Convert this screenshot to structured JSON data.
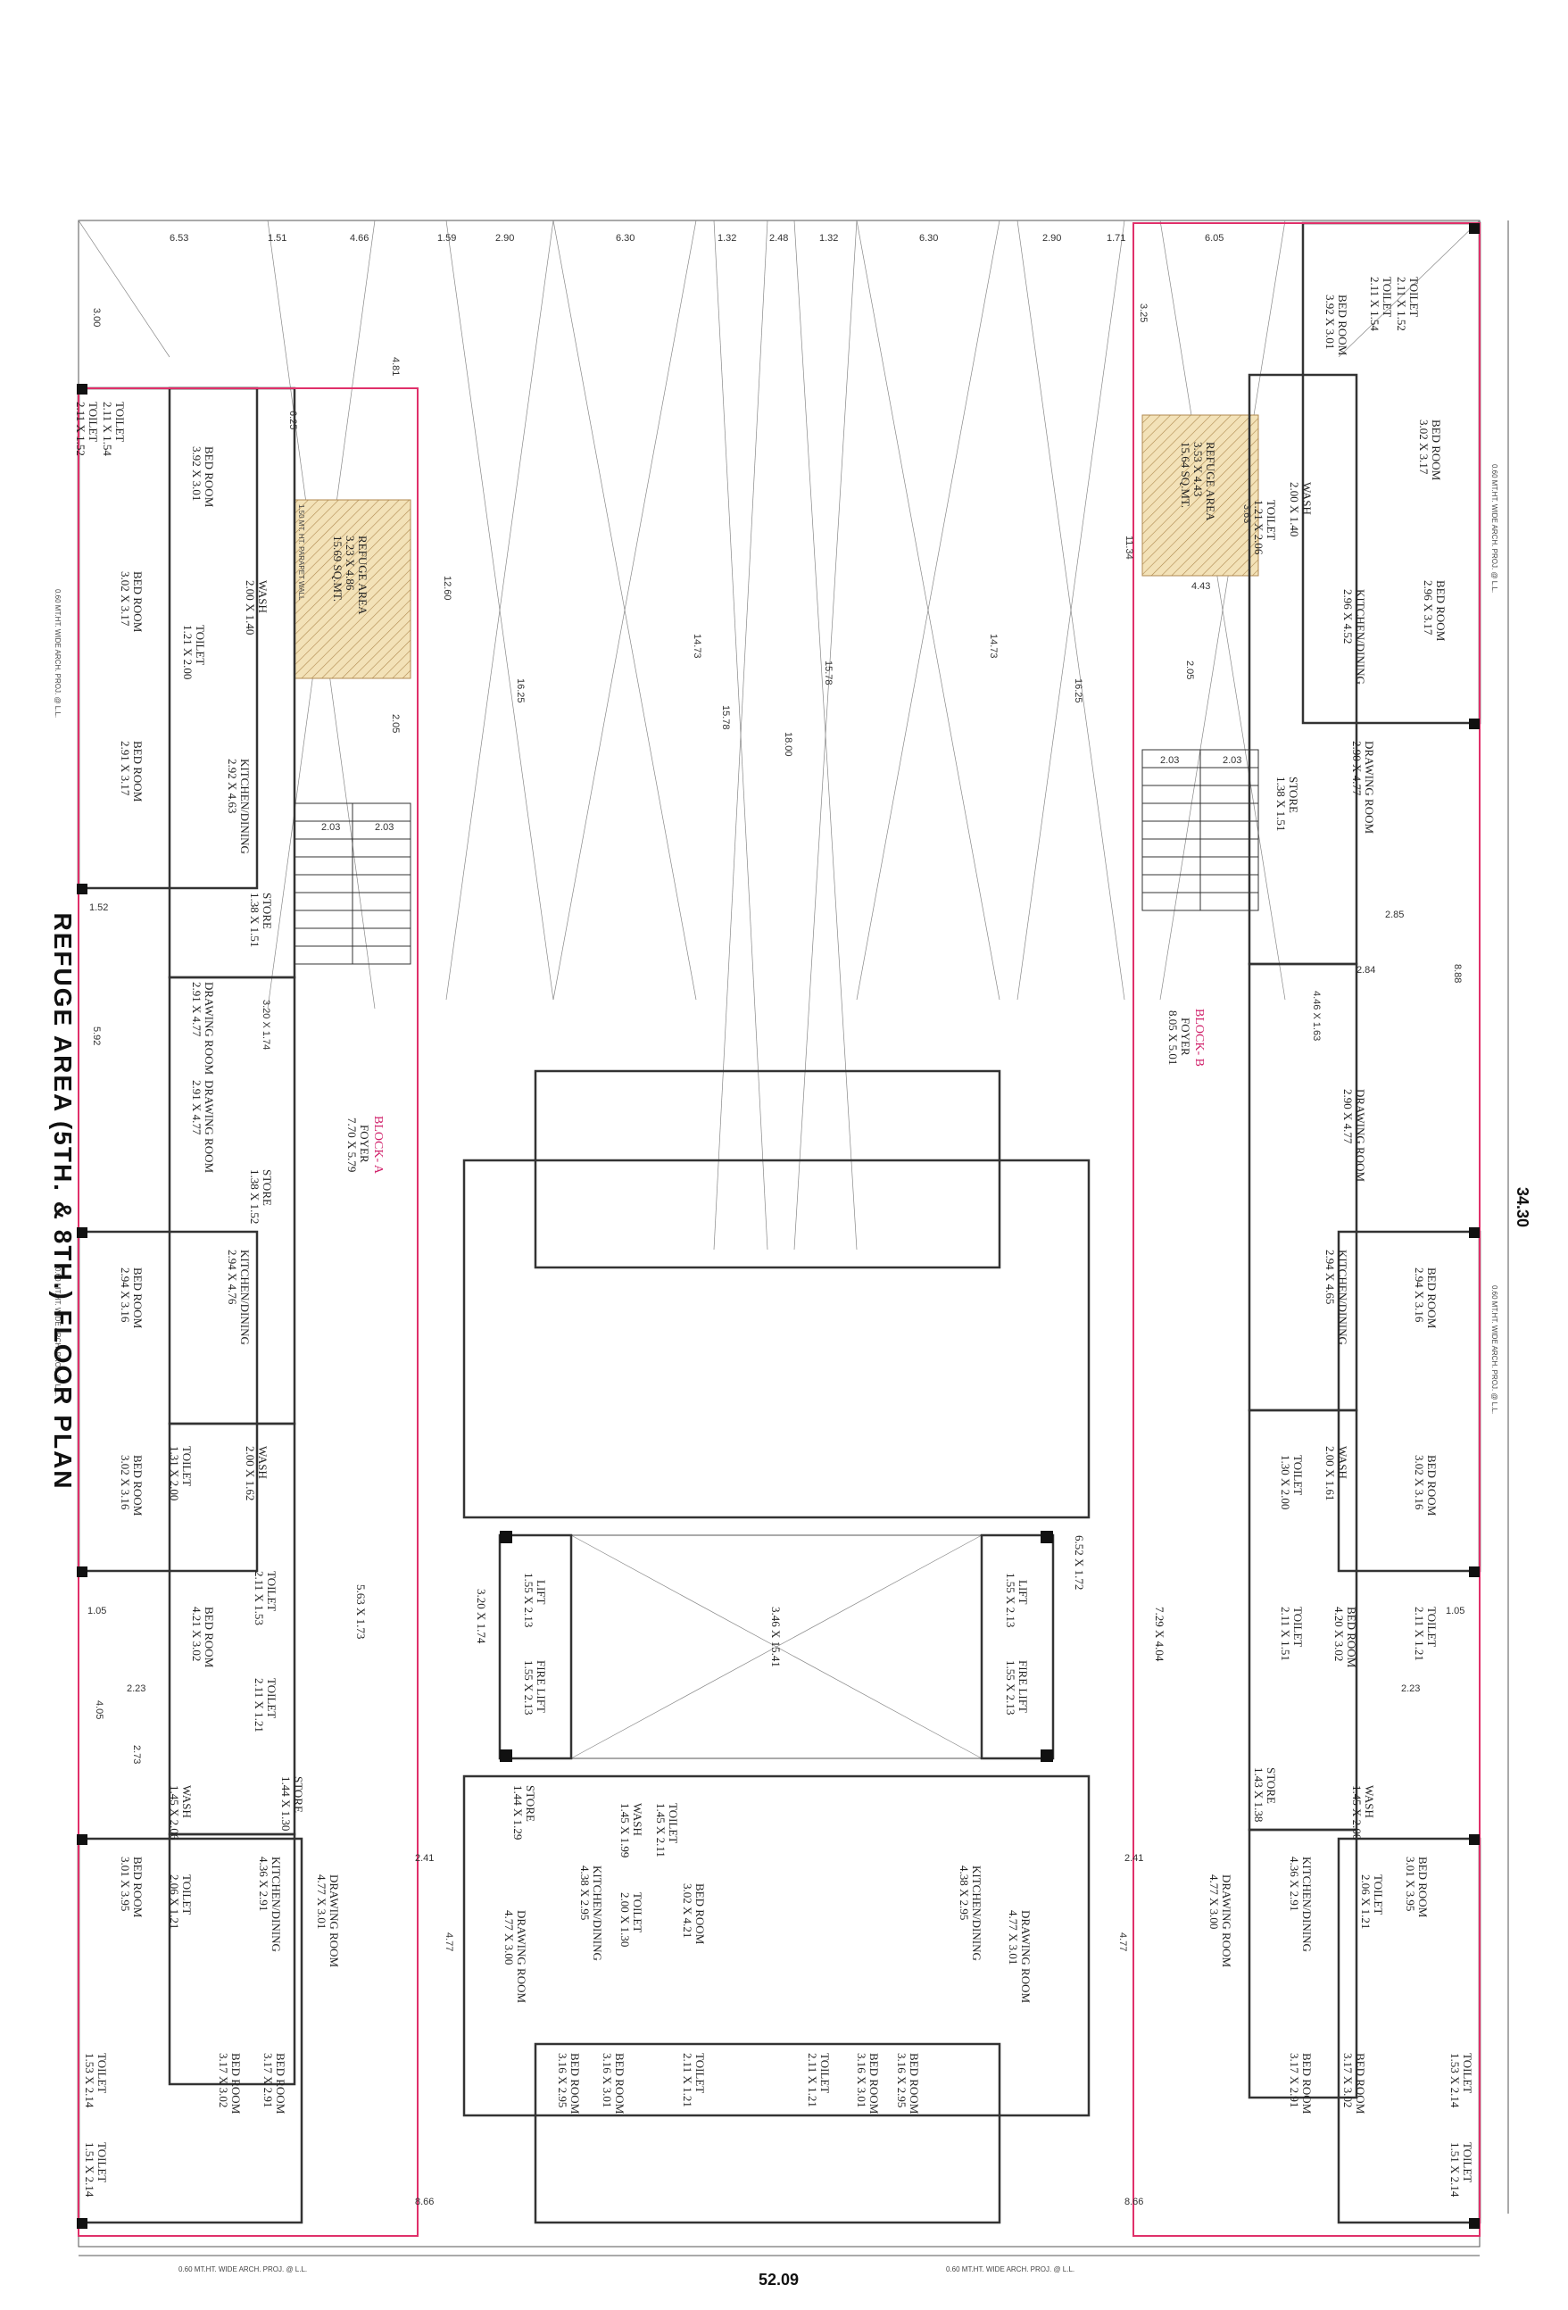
{
  "title": "REFUGE AREA (5TH. & 8TH.) FLOOR PLAN",
  "overall": {
    "width": "34.30",
    "length": "52.09"
  },
  "blocks": [
    {
      "name": "BLOCK- A",
      "foyer": "FOYER",
      "foyer_dim": "7.70 X 5.79"
    },
    {
      "name": "BLOCK- B",
      "foyer": "FOYER",
      "foyer_dim": "8.05 X 5.01"
    }
  ],
  "refuge": [
    {
      "label": "REFUGE AREA",
      "dim": "3.23 X 4.86",
      "area": "15.69 SQ.MT."
    },
    {
      "label": "REFUGE AREA",
      "dim": "3.53 X 4.43",
      "area": "15.64 SQ.MT."
    }
  ],
  "core": {
    "lift1": "LIFT",
    "lift1_dim": "1.55 X 2.13",
    "fire_lift": "FIRE LIFT",
    "fire_lift_dim": "1.55 X 2.13",
    "lift2": "LIFT",
    "lift2_dim": "1.55 X 2.13",
    "fire_lift2": "FIRE LIFT",
    "fire_lift2_dim": "1.55 X 2.13",
    "void": "3.46 X 15.41",
    "lobby_a": "5.63 X 1.73",
    "lobby_b": "7.29 X 4.04",
    "passage_a": "3.20 X 1.74",
    "passage_b": "6.52 X 1.72"
  },
  "top_dims": [
    "6.53",
    "1.51",
    "4.66",
    "1.59",
    "2.90",
    "6.30",
    "1.32",
    "2.48",
    "1.32",
    "6.30",
    "2.90",
    "1.71",
    "6.05"
  ],
  "side_dims": [
    "3.00",
    "6.25",
    "4.81",
    "12.60",
    "16.25",
    "14.73",
    "15.78",
    "18.00",
    "15.78",
    "14.73",
    "16.25",
    "11.34",
    "3.25",
    "8.88",
    "5.92",
    "1.52",
    "4.05",
    "2.73",
    "2.05",
    "2.03",
    "2.03",
    "2.03",
    "2.03",
    "2.05",
    "3.63",
    "4.43",
    "2.41",
    "2.41",
    "4.77",
    "4.77",
    "8.66",
    "8.66",
    "1.05",
    "1.05",
    "2.23",
    "2.23",
    "2.85",
    "2.84",
    "4.46 X 1.63",
    "3.20 X 1.74"
  ],
  "rooms": [
    {
      "name": "BED ROOM",
      "dim": "3.92 X 3.01"
    },
    {
      "name": "BED ROOM",
      "dim": "3.02 X 3.17"
    },
    {
      "name": "BED ROOM",
      "dim": "2.91 X 3.17"
    },
    {
      "name": "TOILET",
      "dim": "2.11 X 1.52"
    },
    {
      "name": "TOILET",
      "dim": "2.11 X 1.54"
    },
    {
      "name": "TOILET",
      "dim": "1.21 X 2.00"
    },
    {
      "name": "WASH",
      "dim": "2.00 X 1.40"
    },
    {
      "name": "KITCHEN/DINING",
      "dim": "2.92 X 4.63"
    },
    {
      "name": "STORE",
      "dim": "1.38 X 1.51"
    },
    {
      "name": "DRAWING ROOM",
      "dim": "2.91 X 4.77"
    },
    {
      "name": "DRAWING ROOM",
      "dim": "2.91 X 4.77"
    },
    {
      "name": "STORE",
      "dim": "1.38 X 1.52"
    },
    {
      "name": "KITCHEN/DINING",
      "dim": "2.94 X 4.76"
    },
    {
      "name": "BED ROOM",
      "dim": "2.94 X 3.16"
    },
    {
      "name": "BED ROOM",
      "dim": "3.02 X 3.16"
    },
    {
      "name": "WASH",
      "dim": "2.00 X 1.62"
    },
    {
      "name": "TOILET",
      "dim": "1.31 X 2.00"
    },
    {
      "name": "BED ROOM",
      "dim": "4.21 X 3.02"
    },
    {
      "name": "TOILET",
      "dim": "2.11 X 1.53"
    },
    {
      "name": "TOILET",
      "dim": "2.11 X 1.21"
    },
    {
      "name": "STORE",
      "dim": "1.44 X 1.30"
    },
    {
      "name": "KITCHEN/DINING",
      "dim": "4.36 X 2.91"
    },
    {
      "name": "WASH",
      "dim": "1.45 X 2.06"
    },
    {
      "name": "TOILET",
      "dim": "2.06 X 1.21"
    },
    {
      "name": "DRAWING ROOM",
      "dim": "4.77 X 3.01"
    },
    {
      "name": "BED ROOM",
      "dim": "3.01 X 3.95"
    },
    {
      "name": "BED ROOM",
      "dim": "3.17 X 3.02"
    },
    {
      "name": "BED ROOM",
      "dim": "3.17 X 2.91"
    },
    {
      "name": "TOILET",
      "dim": "1.53 X 2.14"
    },
    {
      "name": "TOILET",
      "dim": "1.51 X 2.14"
    },
    {
      "name": "BED ROOM",
      "dim": "3.16 X 2.95"
    },
    {
      "name": "BED ROOM",
      "dim": "3.16 X 3.01"
    },
    {
      "name": "TOILET",
      "dim": "2.11 X 1.21"
    },
    {
      "name": "DRAWING ROOM",
      "dim": "4.77 X 3.00"
    },
    {
      "name": "KITCHEN/DINING",
      "dim": "4.38 X 2.95"
    },
    {
      "name": "TOILET",
      "dim": "2.00 X 1.30"
    },
    {
      "name": "BED ROOM",
      "dim": "3.02 X 4.21"
    },
    {
      "name": "WASH",
      "dim": "1.45 X 1.99"
    },
    {
      "name": "TOILET",
      "dim": "1.45 X 2.11"
    },
    {
      "name": "STORE",
      "dim": "1.44 X 1.29"
    },
    {
      "name": "KITCHEN/DINING",
      "dim": "4.38 X 2.95"
    },
    {
      "name": "DRAWING ROOM",
      "dim": "4.77 X 3.01"
    },
    {
      "name": "BED ROOM",
      "dim": "3.16 X 2.95"
    },
    {
      "name": "BED ROOM",
      "dim": "3.16 X 3.01"
    },
    {
      "name": "TOILET",
      "dim": "2.11 X 1.21"
    },
    {
      "name": "KITCHEN/DINING",
      "dim": "2.96 X 4.52"
    },
    {
      "name": "DRAWING ROOM",
      "dim": "2.90 X 4.77"
    },
    {
      "name": "STORE",
      "dim": "1.38 X 1.51"
    },
    {
      "name": "BED ROOM",
      "dim": "2.96 X 3.17"
    },
    {
      "name": "BED ROOM",
      "dim": "3.02 X 3.17"
    },
    {
      "name": "WASH",
      "dim": "2.00 X 1.40"
    },
    {
      "name": "TOILET",
      "dim": "1.21 X 2.06"
    },
    {
      "name": "BED ROOM",
      "dim": "3.92 X 3.01"
    },
    {
      "name": "TOILET",
      "dim": "2.11 X 1.54"
    },
    {
      "name": "TOILET",
      "dim": "2.11 X 1.52"
    },
    {
      "name": "DRAWING ROOM",
      "dim": "2.90 X 4.77"
    },
    {
      "name": "KITCHEN/DINING",
      "dim": "2.94 X 4.65"
    },
    {
      "name": "BED ROOM",
      "dim": "2.94 X 3.16"
    },
    {
      "name": "BED ROOM",
      "dim": "3.02 X 3.16"
    },
    {
      "name": "WASH",
      "dim": "2.00 X 1.61"
    },
    {
      "name": "TOILET",
      "dim": "1.30 X 2.00"
    },
    {
      "name": "BED ROOM",
      "dim": "4.20 X 3.02"
    },
    {
      "name": "TOILET",
      "dim": "2.11 X 1.51"
    },
    {
      "name": "TOILET",
      "dim": "2.11 X 1.21"
    },
    {
      "name": "STORE",
      "dim": "1.43 X 1.38"
    },
    {
      "name": "KITCHEN/DINING",
      "dim": "4.36 X 2.91"
    },
    {
      "name": "WASH",
      "dim": "1.45 X 2.00"
    },
    {
      "name": "TOILET",
      "dim": "2.06 X 1.21"
    },
    {
      "name": "DRAWING ROOM",
      "dim": "4.77 X 3.00"
    },
    {
      "name": "BED ROOM",
      "dim": "3.01 X 3.95"
    },
    {
      "name": "BED ROOM",
      "dim": "3.17 X 3.02"
    },
    {
      "name": "BED ROOM",
      "dim": "3.17 X 2.91"
    },
    {
      "name": "TOILET",
      "dim": "1.53 X 2.14"
    },
    {
      "name": "TOILET",
      "dim": "1.51 X 2.14"
    }
  ],
  "notes": [
    "0.60 MT.HT. WIDE ARCH. PROJ. @ L.L.",
    "1.50 MT. HT. PARAPET WALL"
  ]
}
